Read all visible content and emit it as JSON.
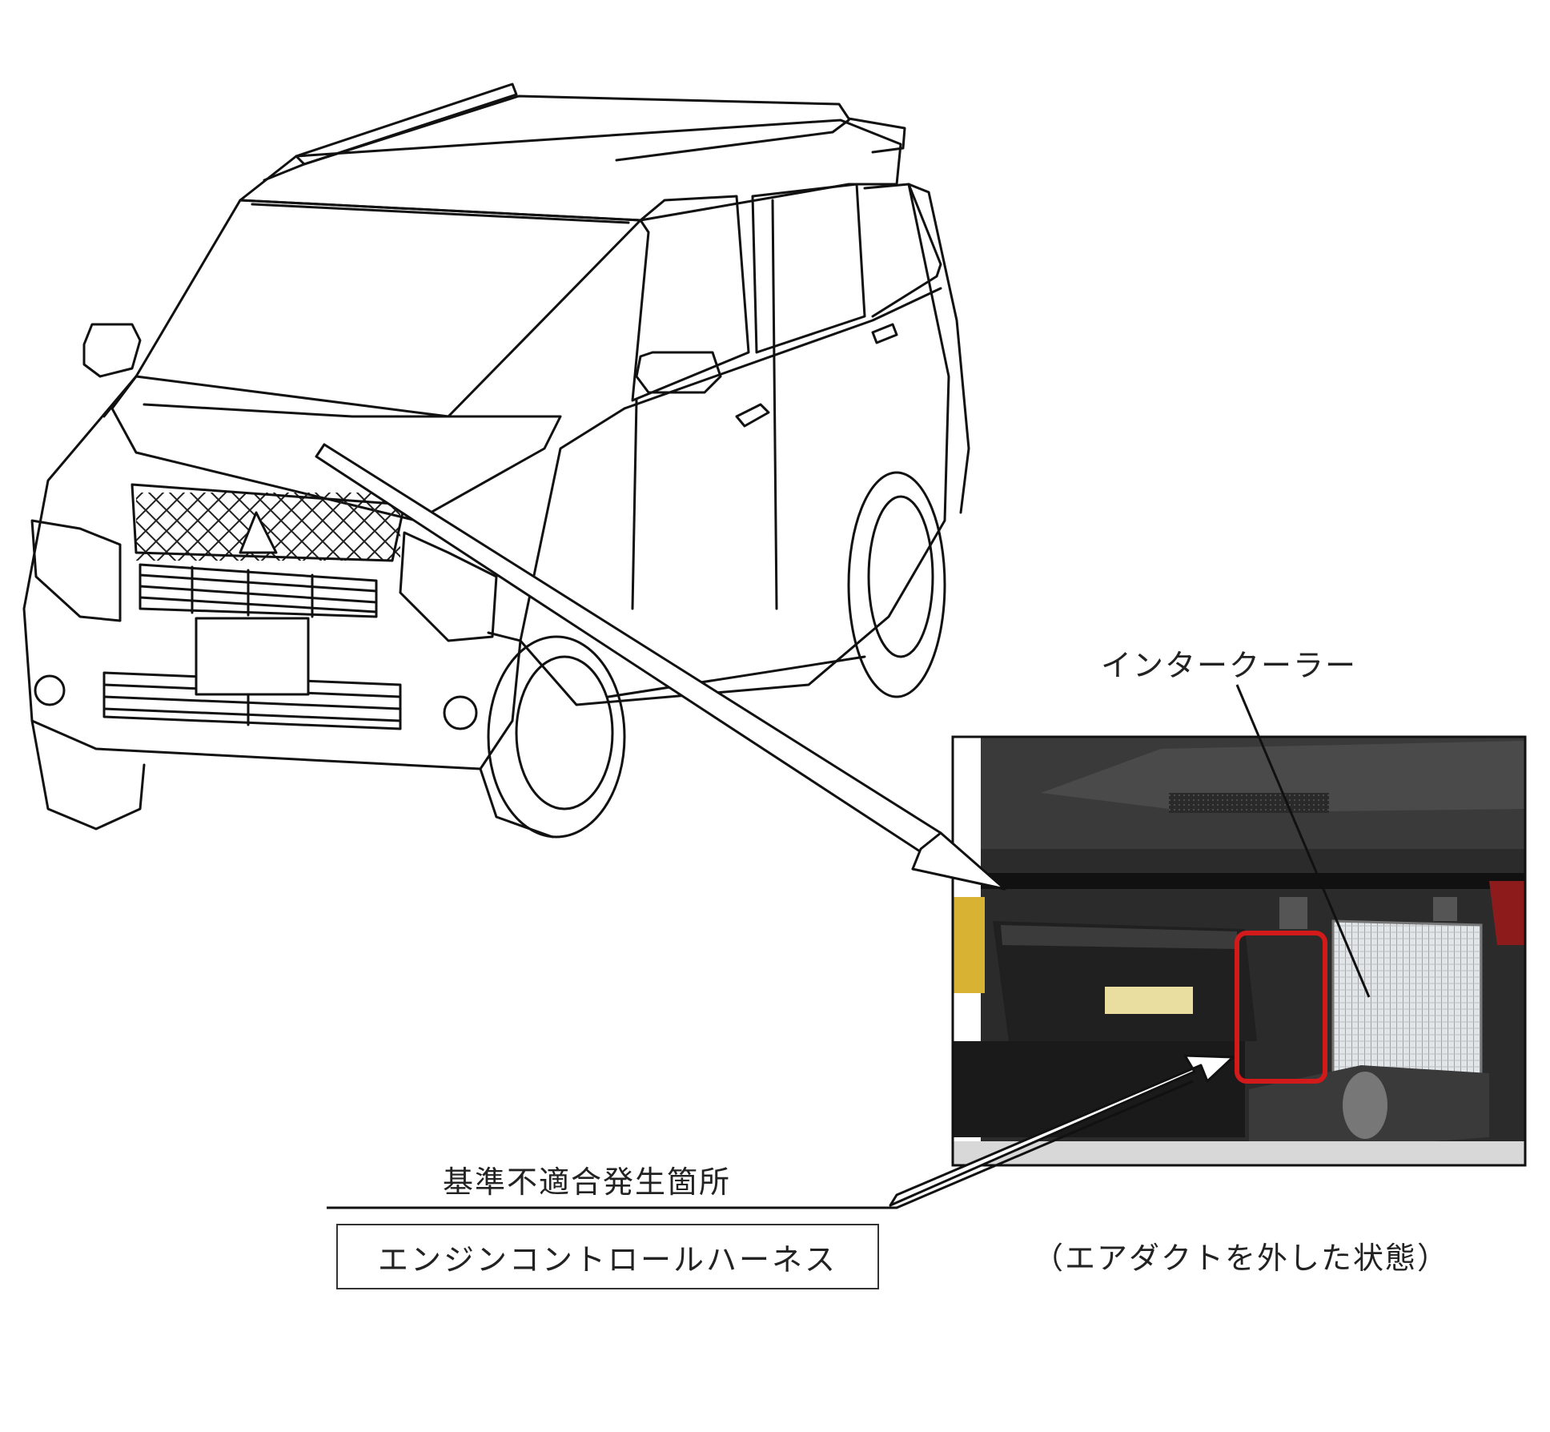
{
  "labels": {
    "intercooler": "インタークーラー",
    "nonconformity_location": "基準不適合発生箇所",
    "engine_control_harness": "エンジンコントロールハーネス",
    "air_duct_removed_caption": "（エアダクトを外した状態）"
  },
  "colors": {
    "line": "#111111",
    "highlight_box": "#d21a1a",
    "intercooler_fin": "#cfd3d6",
    "engine_bay_dark": "#1c1c1c"
  }
}
